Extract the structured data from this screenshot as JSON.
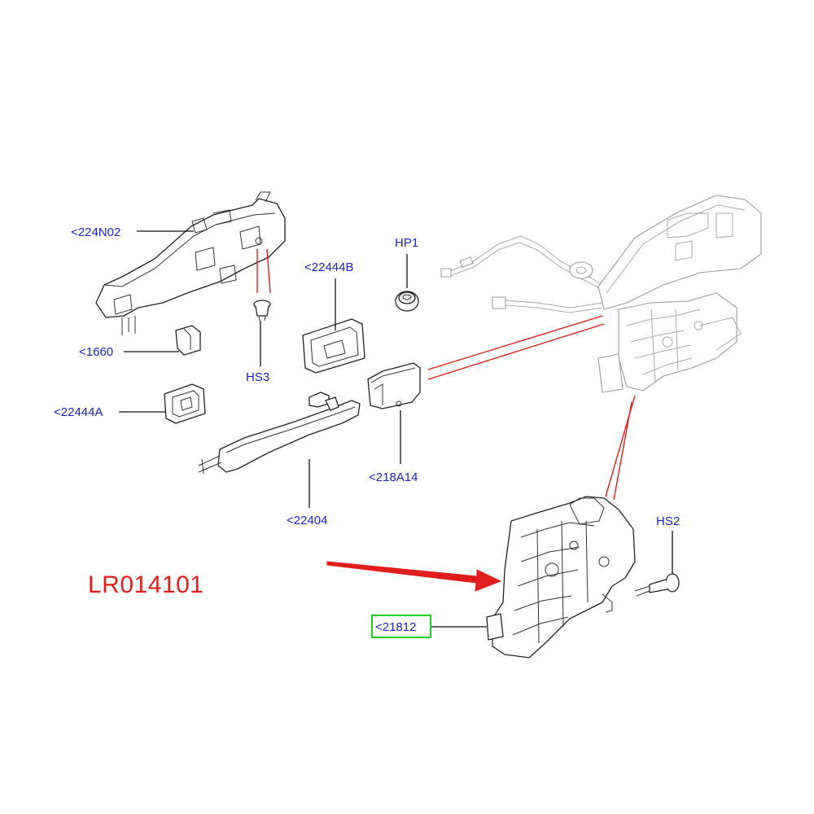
{
  "labels": {
    "bracket": "<224N02",
    "gasket_b": "<22444B",
    "plug": "HP1",
    "screw_hs3": "HS3",
    "clip": "<1660",
    "gasket_a": "<22444A",
    "handle": "<22404",
    "cover": "<218A14",
    "screw_hs2": "HS2",
    "latch": "<21812"
  },
  "part_number": "LR014101",
  "colors": {
    "label_text": "#1a22c8",
    "part_number": "#e01e1e",
    "highlight_box": "#22cc22",
    "reference_lines": "#e01e1e"
  }
}
